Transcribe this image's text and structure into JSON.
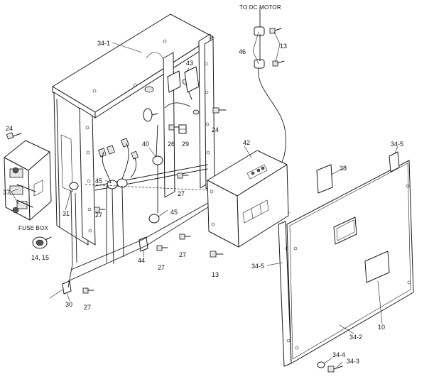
{
  "callouts": {
    "to_dc_motor": "TO DC MOTOR",
    "fuse_box": "FUSE BOX",
    "c34_1": "34-1",
    "c43": "43",
    "c46": "46",
    "c13_top": "13",
    "c24_left": "24",
    "c24_right": "24",
    "c37": "37",
    "c31": "31",
    "c40": "40",
    "c26": "26",
    "c29": "29",
    "c42": "42",
    "c34_5_top": "34-5",
    "c38": "38",
    "c45_left": "45",
    "c45_right": "45",
    "c27_a": "27",
    "c27_b": "27",
    "c27_c": "27",
    "c27_d": "27",
    "c27_e": "27",
    "c14_15": "14, 15",
    "c44": "44",
    "c13_bottom": "13",
    "c34_5_left": "34-5",
    "c30": "30",
    "c10": "10",
    "c34_2": "34-2",
    "c34_4": "34-4",
    "c34_3": "34-3"
  }
}
